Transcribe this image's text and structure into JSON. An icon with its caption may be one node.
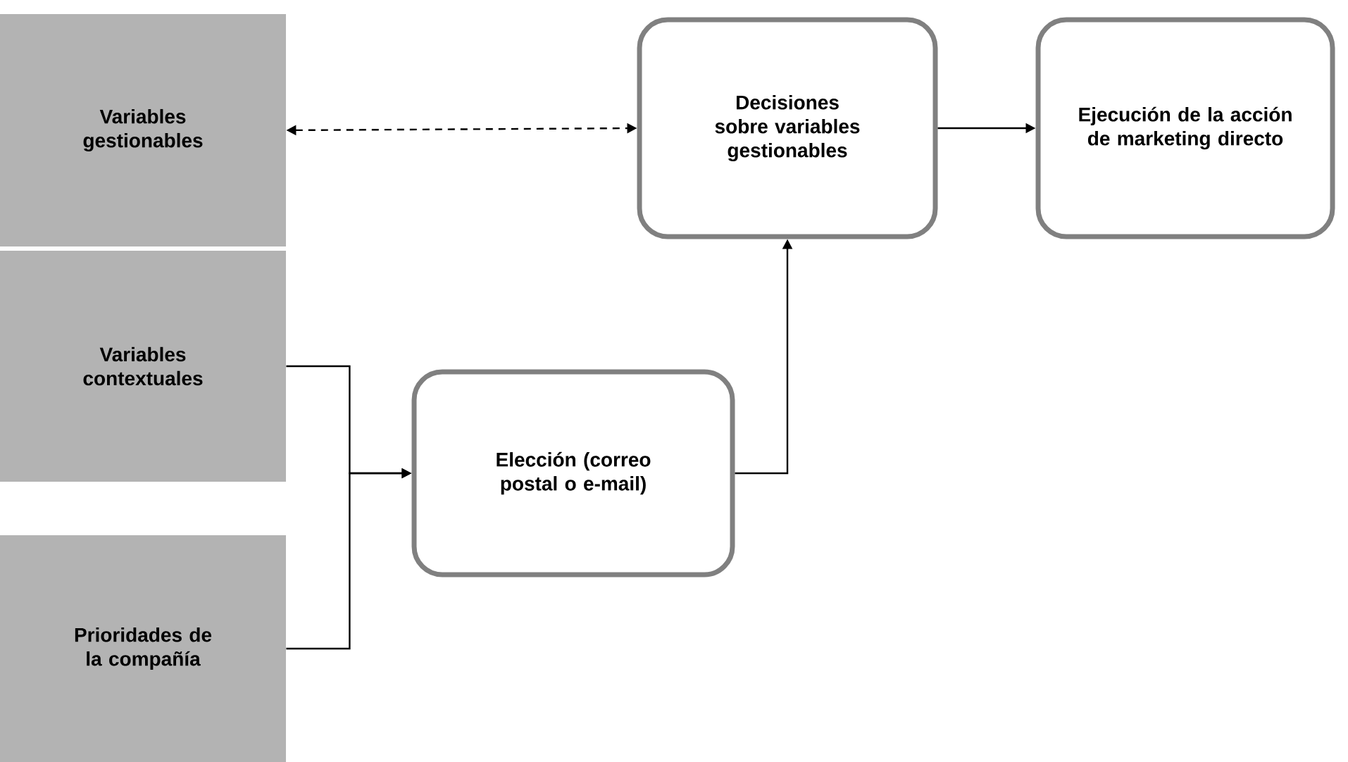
{
  "diagram": {
    "nodes": [
      {
        "text": [
          "Variables gestionables"
        ]
      },
      {
        "text": [
          "Variables contextuales"
        ]
      },
      {
        "text": [
          "Prioridades de la compañía"
        ]
      },
      {
        "text": [
          "Elección (correo postal o e-mail)"
        ]
      },
      {
        "text": [
          "Decisiones sobre variables gestionables"
        ]
      },
      {
        "text": [
          "Ejecución de la acción de marketing directo"
        ]
      }
    ],
    "edges": [
      {
        "from": 0,
        "to": 4,
        "arrow": "both",
        "style": "dashed"
      },
      {
        "from": 1,
        "to": 3,
        "arrow": "to"
      },
      {
        "from": 2,
        "to": 3,
        "arrow": "to"
      },
      {
        "from": 3,
        "to": 4,
        "arrow": "to"
      },
      {
        "from": 4,
        "to": 5,
        "arrow": "to"
      }
    ]
  }
}
